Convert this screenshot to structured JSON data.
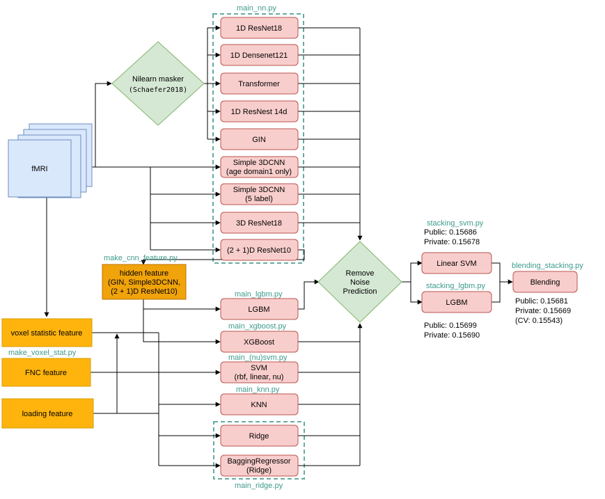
{
  "colors": {
    "pink_fill": "#f8cecc",
    "pink_stroke": "#b85450",
    "green_fill": "#d5e8d4",
    "green_stroke": "#82b366",
    "blue_fill": "#dae8fc",
    "blue_stroke": "#6c8ebf",
    "orange_fill": "#ffb40d",
    "orange_stroke": "#d79b00",
    "dark_orange_fill": "#f0a30a",
    "dark_orange_stroke": "#bd7000",
    "file_label": "#3d9a8c",
    "dashed_group": "#67ab9f"
  },
  "inputs": {
    "fmri": "fMRI",
    "voxel": "voxel statistic feature",
    "fnc": "FNC feature",
    "loading": "loading feature",
    "hidden_line1": "hidden feature",
    "hidden_line2": "(GIN, Simple3DCNN,",
    "hidden_line3": "(2 + 1)D ResNet10)"
  },
  "masker": {
    "line1": "Nilearn masker",
    "line2": "(Schaefer2018)"
  },
  "models": {
    "resnet18_1d": "1D ResNet18",
    "densenet_1d": "1D Densenet121",
    "transformer": "Transformer",
    "resnest_1d": "1D ResNest 14d",
    "gin": "GIN",
    "s3dcnn_a_l1": "Simple 3DCNN",
    "s3dcnn_a_l2": "(age domain1 only)",
    "s3dcnn_b_l1": "Simple 3DCNN",
    "s3dcnn_b_l2": "(5 label)",
    "resnet18_3d": "3D ResNet18",
    "resnet10_21d": "(2 + 1)D ResNet10",
    "lgbm": "LGBM",
    "xgboost": "XGBoost",
    "svm_l1": "SVM",
    "svm_l2": "(rbf, linear, nu)",
    "knn": "KNN",
    "ridge": "Ridge",
    "bagging_l1": "BaggingRegressor",
    "bagging_l2": "(Ridge)"
  },
  "denoise": {
    "line1": "Remove",
    "line2": "Noise",
    "line3": "Prediction"
  },
  "stacking": {
    "svm": "Linear SVM",
    "lgbm": "LGBM",
    "svm_public": "Public: 0.15686",
    "svm_private": "Private: 0.15678",
    "lgbm_public": "Public: 0.15699",
    "lgbm_private": "Private: 0.15690"
  },
  "blending": {
    "label": "Blending",
    "public": "Public: 0.15681",
    "private": "Private: 0.15669",
    "cv": "(CV: 0.15543)"
  },
  "files": {
    "main_nn": "main_nn.py",
    "make_cnn_feature": "make_cnn_feature.py",
    "main_lgbm": "main_lgbm.py",
    "main_xgboost": "main_xgboost.py",
    "make_voxel_stat": "make_voxel_stat.py",
    "main_nusvm": "main_(nu)svm.py",
    "main_knn": "main_knn.py",
    "main_ridge": "main_ridge.py",
    "stacking_svm": "stacking_svm.py",
    "stacking_lgbm": "stacking_lgbm.py",
    "blending_stacking": "blending_stacking.py"
  }
}
